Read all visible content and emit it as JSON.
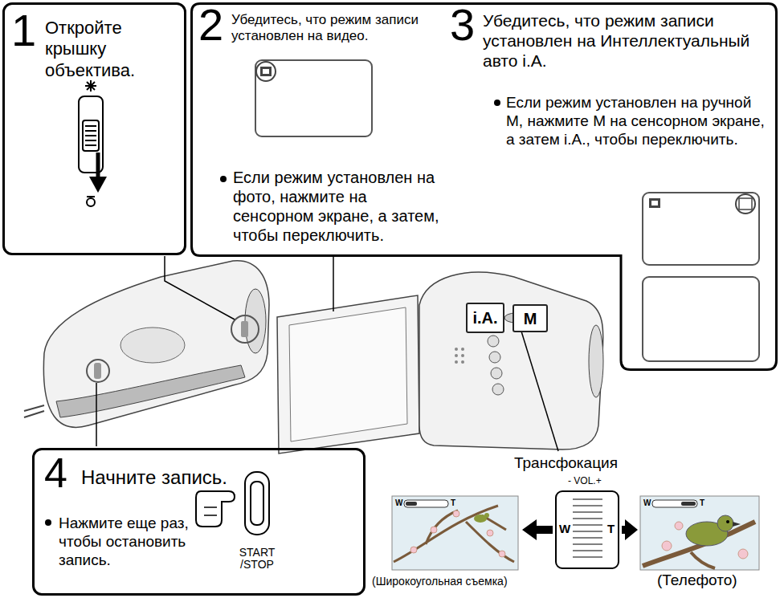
{
  "diagram": {
    "nodes": [
      {
        "text": [
          "1",
          "Откройте крышку объектива."
        ]
      },
      {
        "text": [
          "2",
          "Убедитесь, что режим записи установлен на видео.",
          "Если режим установлен на фото, нажмите на сенсорном экране, а затем, чтобы переключить.",
          "3",
          "Убедитесь, что режим записи установлен на Интеллектуальный авто i.A.",
          "Если режим установлен на ручной M, нажмите M на сенсорном экране, а затем i.A., чтобы переключить."
        ]
      },
      {
        "text": [
          "i.A."
        ],
        "in": 1
      },
      {
        "text": [
          "M"
        ],
        "in": 1
      },
      {
        "text": [
          "4",
          "Начните запись.",
          "Нажмите еще раз, чтобы остановить запись."
        ]
      }
    ],
    "labels": [
      "Трансфокация",
      "- VOL.+",
      "W",
      "T",
      "W",
      "T",
      "W",
      "T",
      "START /STOP",
      "(Широкоугольная съемка)",
      "(Телефото)"
    ]
  }
}
